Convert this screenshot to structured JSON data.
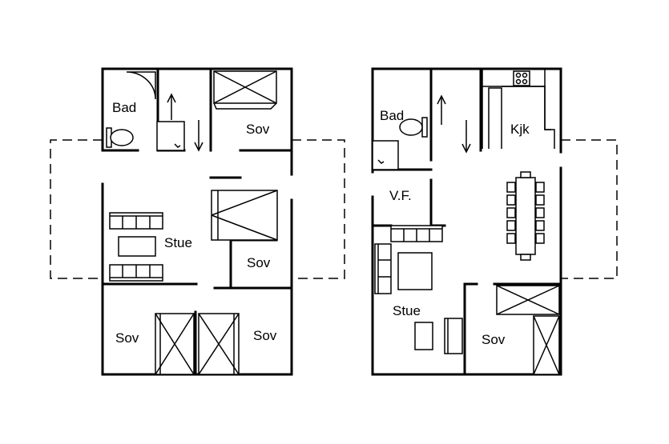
{
  "floors": [
    {
      "name": "left-floor",
      "rooms": [
        {
          "id": "bad",
          "label": "Bad"
        },
        {
          "id": "sov-top",
          "label": "Sov"
        },
        {
          "id": "stue",
          "label": "Stue"
        },
        {
          "id": "sov-mid",
          "label": "Sov"
        },
        {
          "id": "sov-bottom-left",
          "label": "Sov"
        },
        {
          "id": "sov-bottom-right",
          "label": "Sov"
        }
      ]
    },
    {
      "name": "right-floor",
      "rooms": [
        {
          "id": "bad",
          "label": "Bad"
        },
        {
          "id": "kjk",
          "label": "Kjk"
        },
        {
          "id": "vf",
          "label": "V.F."
        },
        {
          "id": "stue",
          "label": "Stue"
        },
        {
          "id": "sov",
          "label": "Sov"
        }
      ]
    }
  ]
}
